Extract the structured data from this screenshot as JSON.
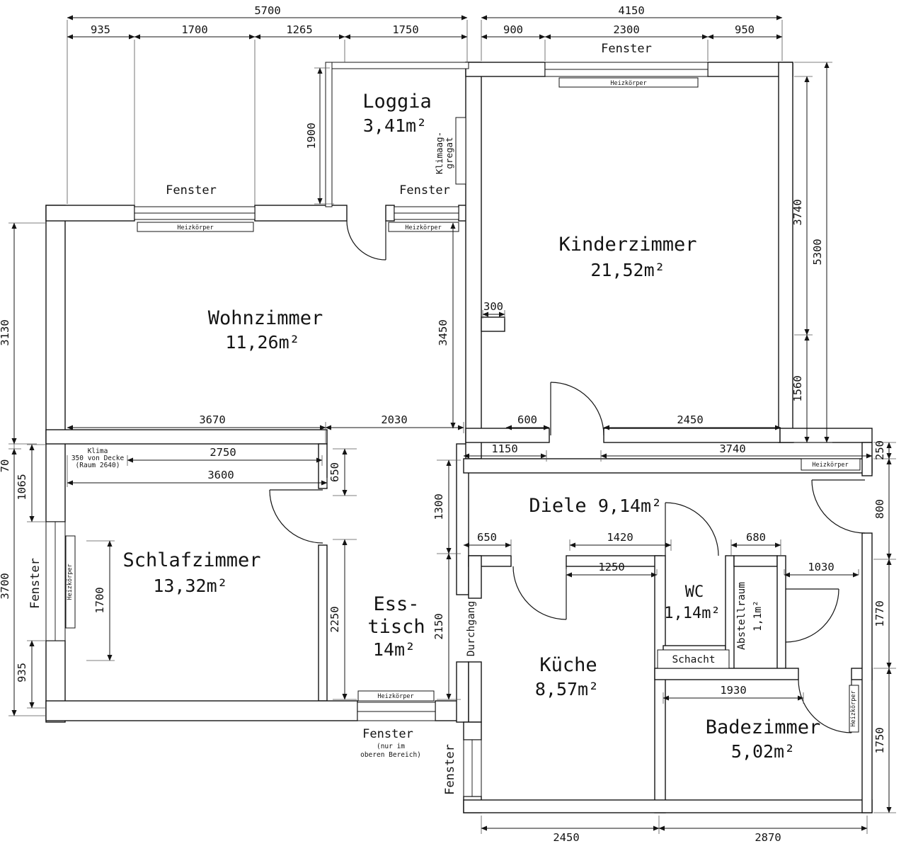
{
  "rooms": {
    "loggia": {
      "name": "Loggia",
      "area": "3,41m²"
    },
    "kinderzimmer": {
      "name": "Kinderzimmer",
      "area": "21,52m²"
    },
    "wohnzimmer": {
      "name": "Wohnzimmer",
      "area": "11,26m²"
    },
    "schlafzimmer": {
      "name": "Schlafzimmer",
      "area": "13,32m²"
    },
    "esstisch": {
      "name1": "Ess-",
      "name2": "tisch",
      "area": "14m²"
    },
    "diele": {
      "name": "Diele",
      "area": "9,14m²"
    },
    "wc": {
      "name": "WC",
      "area": "1,14m²"
    },
    "abstellraum": {
      "name": "Abstellraum",
      "area": "1,1m²"
    },
    "kueche": {
      "name": "Küche",
      "area": "8,57m²"
    },
    "badezimmer": {
      "name": "Badezimmer",
      "area": "5,02m²"
    },
    "schacht": {
      "name": "Schacht"
    },
    "durchgang": {
      "name": "Durchgang"
    }
  },
  "labels": {
    "fenster": "Fenster",
    "heizkoerper": "Heizkörper",
    "klimaaggregat1": "Klimaag-",
    "klimaaggregat2": "gregat",
    "klima_note1": "Klima",
    "klima_note2": "350 von Decke",
    "klima_note3": "(Raum 2640)",
    "fenster_note1": "(nur im",
    "fenster_note2": "oberen Bereich)"
  },
  "dims": {
    "tl_total": "5700",
    "tl_1": "935",
    "tl_2": "1700",
    "tl_3": "1265",
    "tl_4": "1750",
    "tr_total": "4150",
    "tr_1": "900",
    "tr_2": "2300",
    "tr_3": "950",
    "loggia_h": "1900",
    "kz_r1": "3740",
    "kz_r2": "1560",
    "kz_r_total": "5300",
    "kz_step": "300",
    "kz_b1": "600",
    "kz_b2": "2450",
    "wz_left": "3130",
    "wz_right": "3450",
    "mid_1": "3670",
    "mid_2": "2030",
    "l_70": "70",
    "l_1065": "1065",
    "l_3700": "3700",
    "l_935": "935",
    "sz_t1": "2750",
    "sz_t2": "3600",
    "sz_inner": "1700",
    "es_v1": "650",
    "es_v2": "2250",
    "es_v3": "1300",
    "es_v4": "2150",
    "diele_1": "1150",
    "diele_2": "3740",
    "dl_650": "650",
    "dl_1420": "1420",
    "dl_680": "680",
    "dl_1250": "1250",
    "dl_1030": "1030",
    "r_250": "250",
    "r_800": "800",
    "r_1770": "1770",
    "r_1750": "1750",
    "bad_t": "1930",
    "b_1": "2450",
    "b_2": "2870"
  }
}
